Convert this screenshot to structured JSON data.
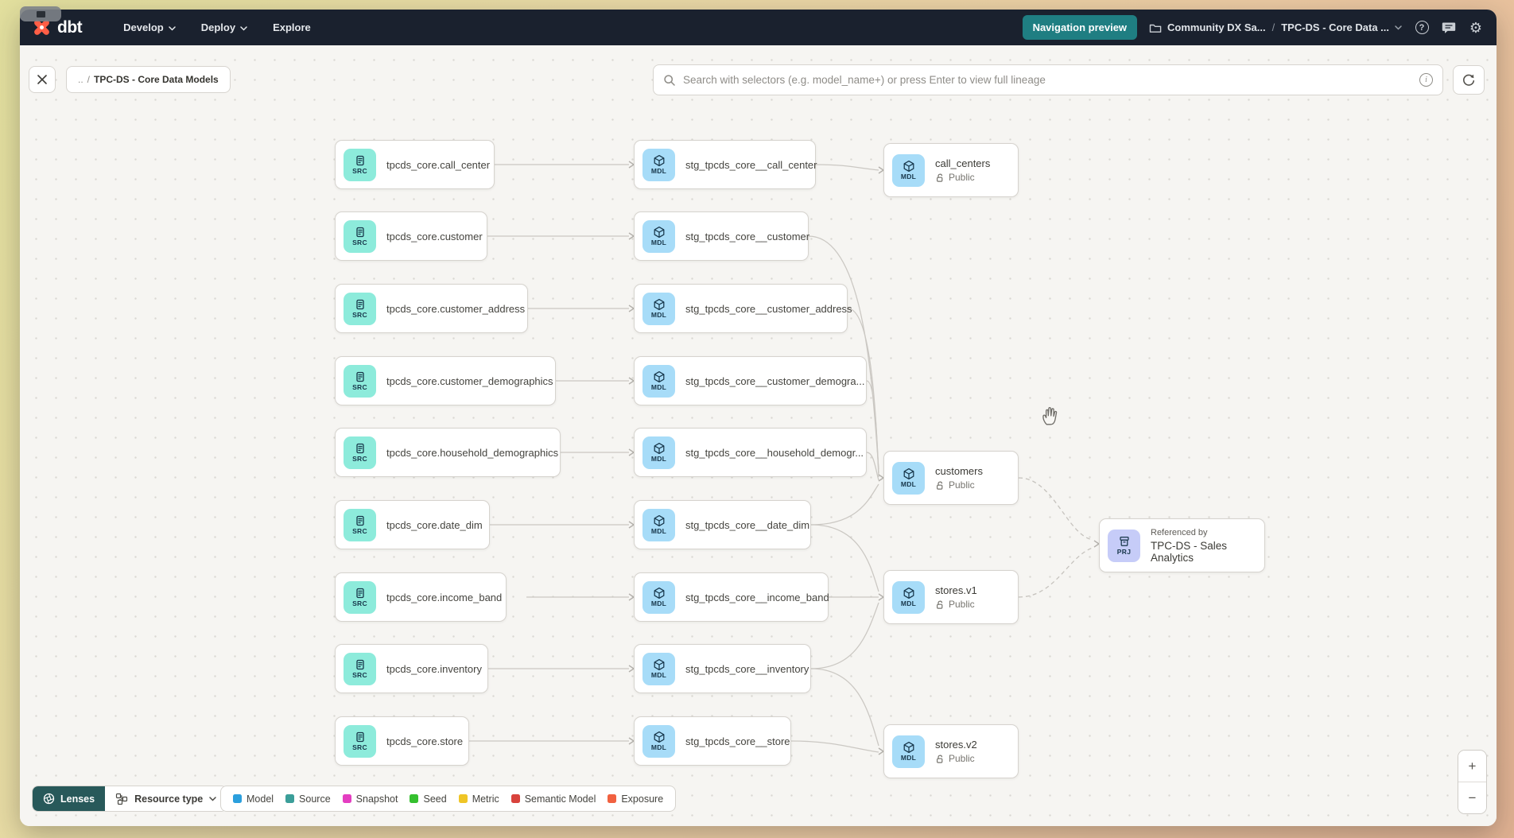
{
  "app": {
    "brand": "dbt"
  },
  "theme": {
    "navbar_bg": "#1a212e",
    "accent_teal": "#1f7e82",
    "logo_orange": "#ff5e46",
    "src_tile": "#8debdb",
    "mdl_tile": "#a7dcf8",
    "prj_tile": "#c6ccf8",
    "lenses_bg": "#28595a"
  },
  "navbar": {
    "menu_items": [
      {
        "label": "Develop"
      },
      {
        "label": "Deploy"
      },
      {
        "label": "Explore"
      }
    ],
    "navigation_preview": "Navigation preview",
    "account_breadcrumb": "Community DX Sa...",
    "separator": "/",
    "project_breadcrumb": "TPC-DS - Core Data ..."
  },
  "lineage_toolbar": {
    "breadcrumb_up": "..",
    "breadcrumb_sep": "/",
    "breadcrumb_current": "TPC-DS - Core Data Models",
    "search_placeholder": "Search with selectors (e.g. model_name+) or press Enter to view full lineage"
  },
  "graph": {
    "source_badge": "SRC",
    "model_badge": "MDL",
    "project_badge": "PRJ",
    "access_label": "Public",
    "sources": [
      "tpcds_core.call_center",
      "tpcds_core.customer",
      "tpcds_core.customer_address",
      "tpcds_core.customer_demographics",
      "tpcds_core.household_demographics",
      "tpcds_core.date_dim",
      "tpcds_core.income_band",
      "tpcds_core.inventory",
      "tpcds_core.store"
    ],
    "staging_models": [
      "stg_tpcds_core__call_center",
      "stg_tpcds_core__customer",
      "stg_tpcds_core__customer_address",
      "stg_tpcds_core__customer_demogra...",
      "stg_tpcds_core__household_demogr...",
      "stg_tpcds_core__date_dim",
      "stg_tpcds_core__income_band",
      "stg_tpcds_core__inventory",
      "stg_tpcds_core__store"
    ],
    "public_models": [
      "call_centers",
      "customers",
      "stores.v1",
      "stores.v2"
    ],
    "referenced_by": {
      "label": "Referenced by",
      "name": "TPC-DS - Sales Analytics"
    }
  },
  "footer": {
    "lenses": "Lenses",
    "resource_type": "Resource type",
    "legend": [
      {
        "label": "Model",
        "color": "#2b9fdd"
      },
      {
        "label": "Source",
        "color": "#3b9e99"
      },
      {
        "label": "Snapshot",
        "color": "#e43ec1"
      },
      {
        "label": "Seed",
        "color": "#35c02f"
      },
      {
        "label": "Metric",
        "color": "#efc526"
      },
      {
        "label": "Semantic Model",
        "color": "#d8423c"
      },
      {
        "label": "Exposure",
        "color": "#f16140"
      }
    ]
  },
  "zoom_controls": {
    "zoom_in": "+",
    "zoom_out": "−"
  }
}
